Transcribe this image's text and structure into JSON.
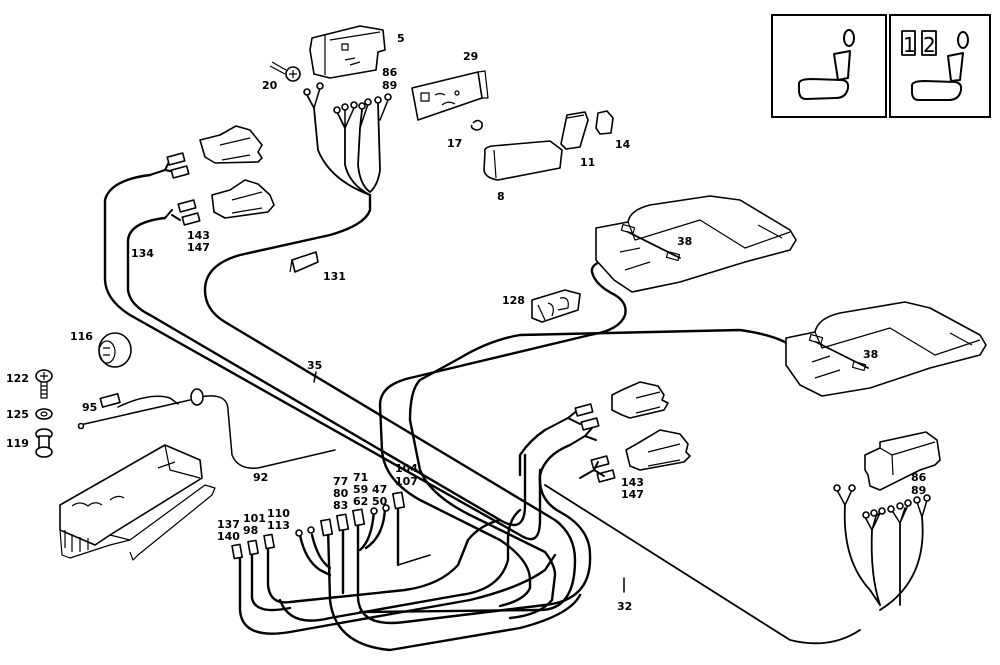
{
  "diagram": {
    "type": "exploded parts diagram - seat wiring harness",
    "symbols": [
      {
        "name": "seat-symbol",
        "badges": []
      },
      {
        "name": "seat-memory-symbol",
        "badges": [
          "1",
          "2"
        ]
      }
    ],
    "labels": {
      "p5": "5",
      "p20": "20",
      "p29": "29",
      "p86_top_a": "86",
      "p86_top_b": "89",
      "p17": "17",
      "p11": "11",
      "p14": "14",
      "p8": "8",
      "p143_top_a": "143",
      "p143_top_b": "147",
      "p134": "134",
      "p131": "131",
      "p38_a": "38",
      "p38_b": "38",
      "p128": "128",
      "p116": "116",
      "p35": "35",
      "p122": "122",
      "p95": "95",
      "p125": "125",
      "p119": "119",
      "p92": "92",
      "p143_bot_a": "143",
      "p143_bot_b": "147",
      "p86_bot_a": "86",
      "p86_bot_b": "89",
      "p104": "104",
      "p107": "107",
      "p77": "77",
      "p80": "80",
      "p83": "83",
      "p71": "71",
      "p59": "59",
      "p62": "62",
      "p47": "47",
      "p50": "50",
      "p110": "110",
      "p113": "113",
      "p101": "101",
      "p98": "98",
      "p137": "137",
      "p140": "140",
      "p32": "32"
    }
  }
}
